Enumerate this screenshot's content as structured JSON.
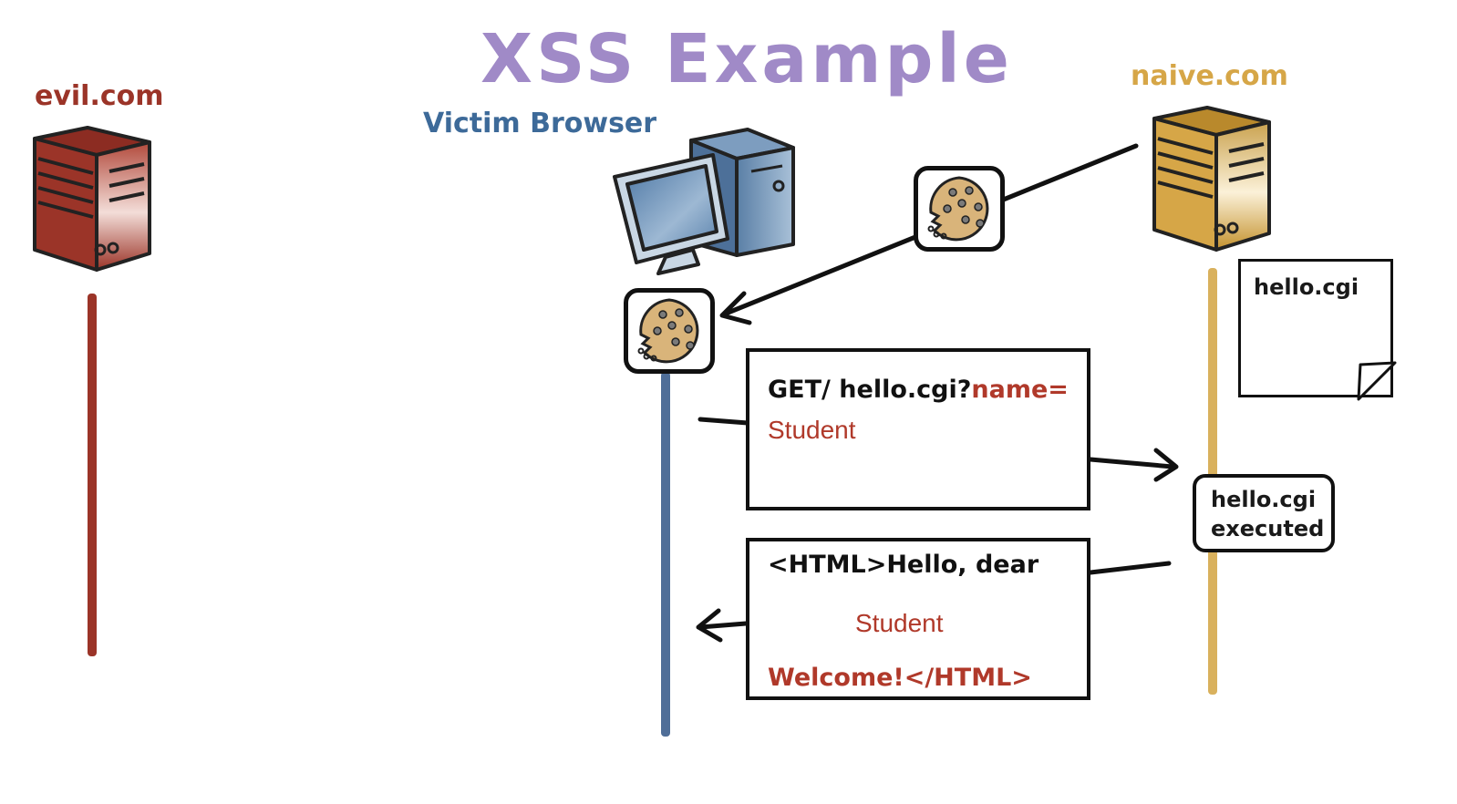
{
  "title": "XSS Example",
  "actors": {
    "evil": {
      "label": "evil.com"
    },
    "victim": {
      "label": "Victim Browser"
    },
    "naive": {
      "label": "naive.com"
    }
  },
  "note": {
    "filename": "hello.cgi"
  },
  "request": {
    "line1_black": "GET/ hello.cgi?",
    "line1_red": "name=",
    "value": "Student"
  },
  "executed": {
    "line1": "hello.cgi",
    "line2": "executed"
  },
  "response": {
    "line1": "<HTML>Hello, dear",
    "value": "Student",
    "line3": "Welcome!</HTML>"
  },
  "colors": {
    "title": "#a08ac7",
    "evil": "#9b3428",
    "victim": "#3d6a99",
    "naive": "#d6a647",
    "red_text": "#b0392a",
    "blue_line": "#4f6e98",
    "gold_line": "#d9b15d"
  }
}
